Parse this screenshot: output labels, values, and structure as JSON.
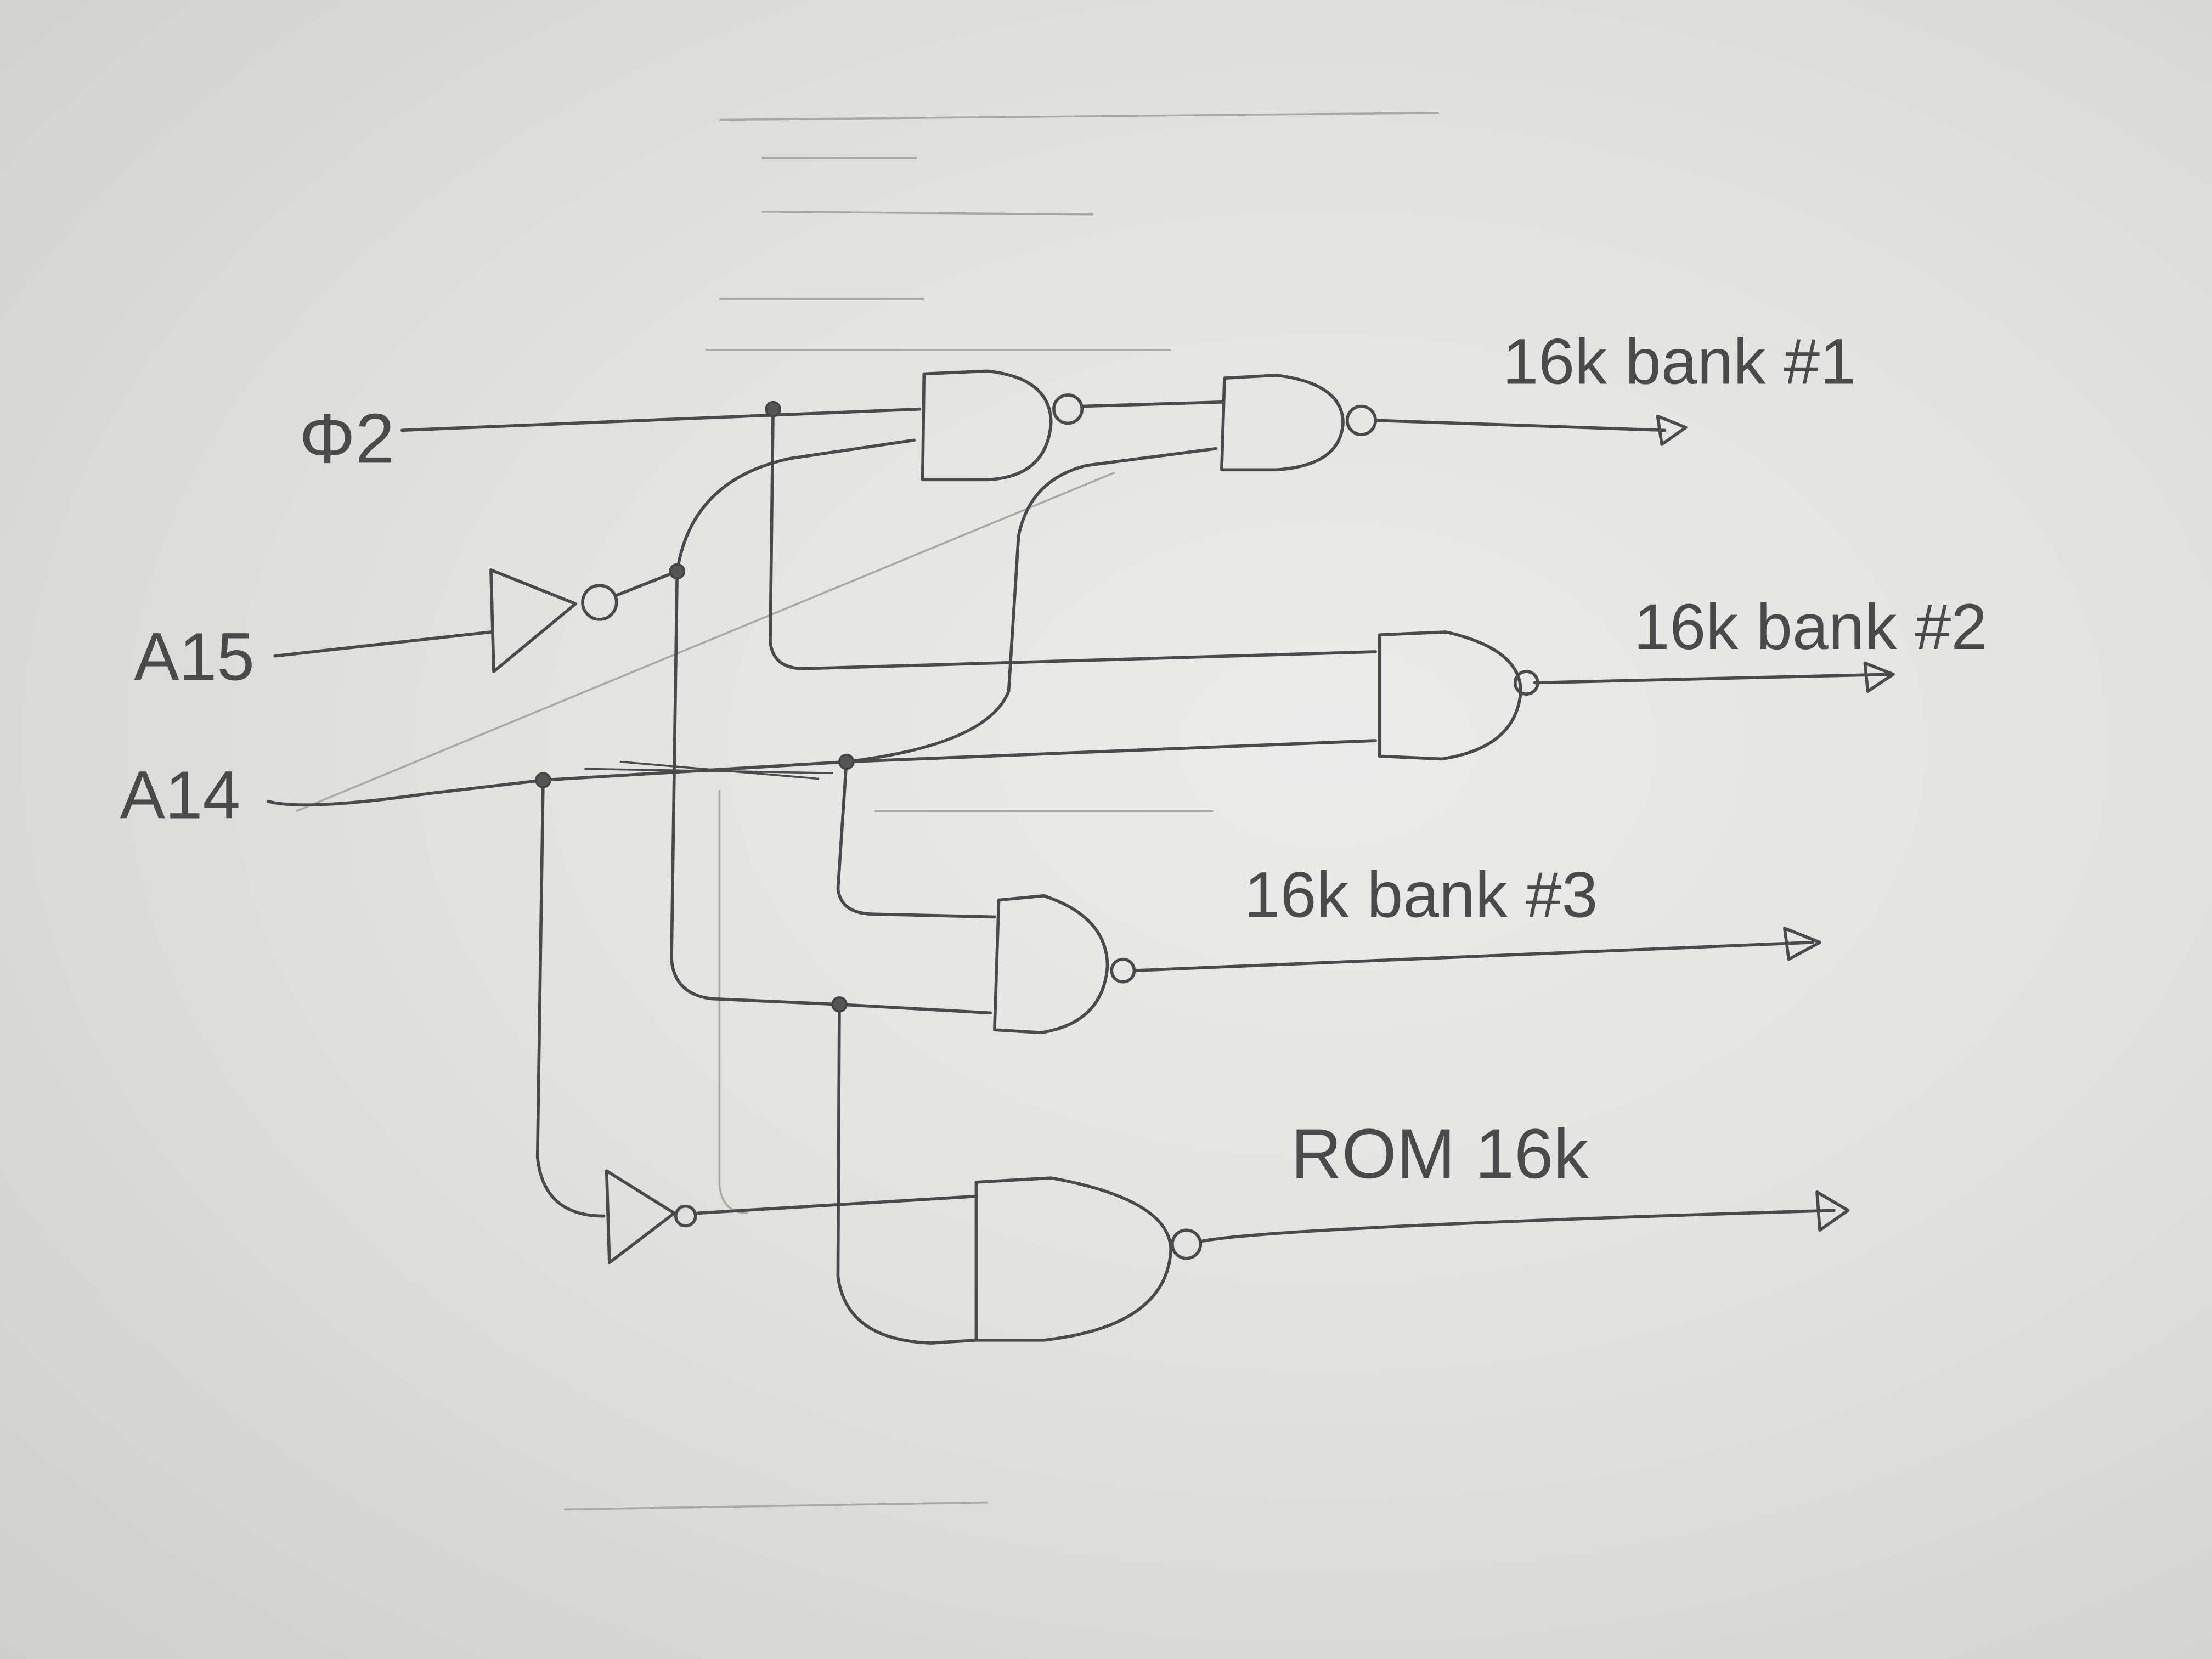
{
  "title": "Memory bank decoder circuit (hand-drawn)",
  "inputs": {
    "phi2": "Φ2",
    "a15": "A15",
    "a14": "A14"
  },
  "outputs": {
    "bank1": "16k bank #1",
    "bank2": "16k bank #2",
    "bank3": "16k bank #3",
    "rom": "ROM 16k"
  },
  "components": {
    "nand_gates": 5,
    "inverters": 2
  },
  "colors": {
    "paper": "#e4e4e2",
    "pencil": "#4a4a4a"
  }
}
